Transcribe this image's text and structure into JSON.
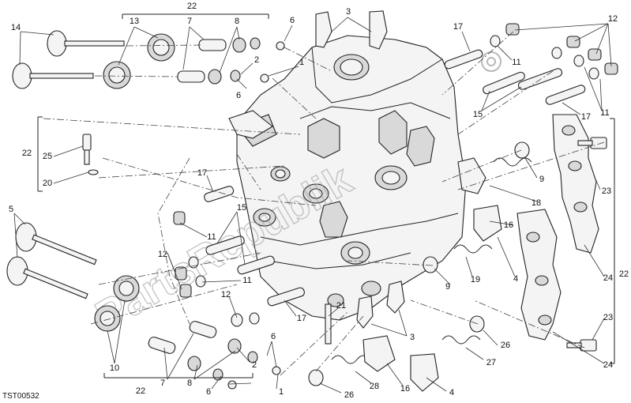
{
  "diagram": {
    "reference_code": "TST00532",
    "watermark_text": "PartsRepublik",
    "callouts": [
      {
        "id": "c1",
        "label": "22"
      },
      {
        "id": "c2",
        "label": "13"
      },
      {
        "id": "c3",
        "label": "7"
      },
      {
        "id": "c4",
        "label": "8"
      },
      {
        "id": "c5",
        "label": "6"
      },
      {
        "id": "c6",
        "label": "14"
      },
      {
        "id": "c7",
        "label": "2"
      },
      {
        "id": "c8",
        "label": "6"
      },
      {
        "id": "c9",
        "label": "1"
      },
      {
        "id": "c10",
        "label": "3"
      },
      {
        "id": "c11",
        "label": "17"
      },
      {
        "id": "c12",
        "label": "11"
      },
      {
        "id": "c13",
        "label": "12"
      },
      {
        "id": "c14",
        "label": "15"
      },
      {
        "id": "c15",
        "label": "17"
      },
      {
        "id": "c16",
        "label": "11"
      },
      {
        "id": "c17",
        "label": "22"
      },
      {
        "id": "c18",
        "label": "25"
      },
      {
        "id": "c19",
        "label": "20"
      },
      {
        "id": "c20",
        "label": "9"
      },
      {
        "id": "c21",
        "label": "23"
      },
      {
        "id": "c22",
        "label": "17"
      },
      {
        "id": "c23",
        "label": "5"
      },
      {
        "id": "c24",
        "label": "15"
      },
      {
        "id": "c25",
        "label": "11"
      },
      {
        "id": "c26",
        "label": "12"
      },
      {
        "id": "c27",
        "label": "18"
      },
      {
        "id": "c28",
        "label": "16"
      },
      {
        "id": "c29",
        "label": "11"
      },
      {
        "id": "c30",
        "label": "12"
      },
      {
        "id": "c31",
        "label": "4"
      },
      {
        "id": "c32",
        "label": "9"
      },
      {
        "id": "c33",
        "label": "19"
      },
      {
        "id": "c34",
        "label": "24"
      },
      {
        "id": "c35",
        "label": "22"
      },
      {
        "id": "c36",
        "label": "21"
      },
      {
        "id": "c37",
        "label": "17"
      },
      {
        "id": "c38",
        "label": "3"
      },
      {
        "id": "c39",
        "label": "10"
      },
      {
        "id": "c40",
        "label": "6"
      },
      {
        "id": "c41",
        "label": "2"
      },
      {
        "id": "c42",
        "label": "7"
      },
      {
        "id": "c43",
        "label": "8"
      },
      {
        "id": "c44",
        "label": "6"
      },
      {
        "id": "c45",
        "label": "1"
      },
      {
        "id": "c46",
        "label": "22"
      },
      {
        "id": "c47",
        "label": "28"
      },
      {
        "id": "c48",
        "label": "16"
      },
      {
        "id": "c49",
        "label": "26"
      },
      {
        "id": "c50",
        "label": "4"
      },
      {
        "id": "c51",
        "label": "27"
      },
      {
        "id": "c52",
        "label": "26"
      },
      {
        "id": "c53",
        "label": "23"
      },
      {
        "id": "c54",
        "label": "24"
      }
    ]
  }
}
